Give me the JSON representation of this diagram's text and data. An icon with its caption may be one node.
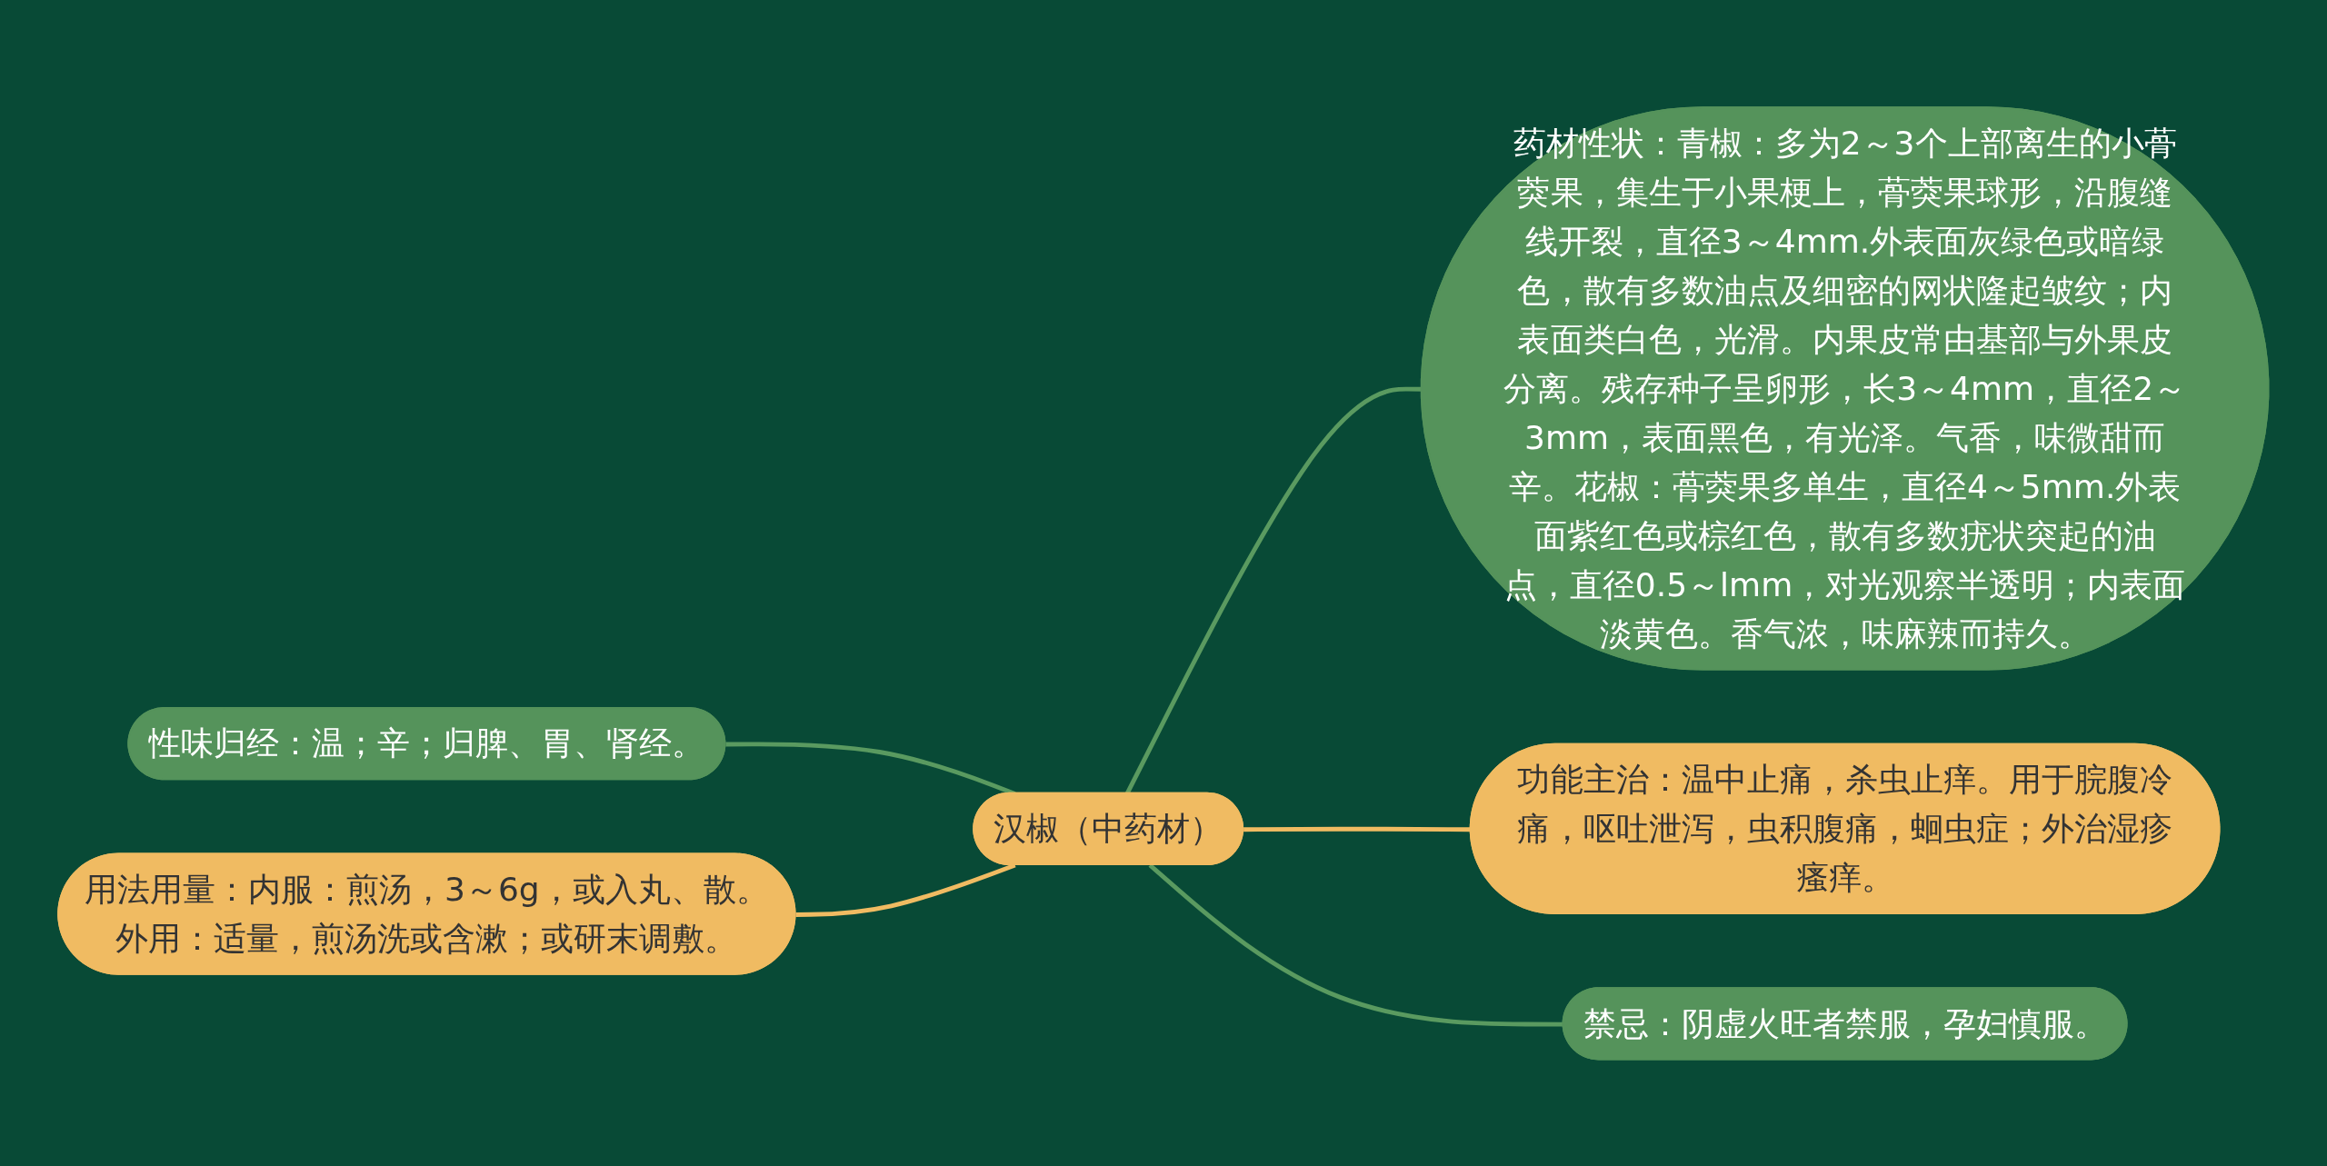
{
  "diagram": {
    "nodes": [
      {
        "text": [
          "汉椒（中药材）"
        ]
      },
      {
        "text": [
          "性味归经：温；辛；归脾、胃、肾经。"
        ]
      },
      {
        "text": [
          "用法用量：内服：煎汤，3～6g，或入丸、散。外用：适量，煎汤洗或含漱；或研末调敷。"
        ]
      },
      {
        "text": [
          "药材性状：青椒：多为2～3个上部离生的小蓇葖果，集生于小果梗上，蓇葖果球形，沿腹缝线开裂，直径3～4mm.外表面灰绿色或暗绿色，散有多数油点及细密的网状隆起皱纹；内表面类白色，光滑。内果皮常由基部与外果皮分离。残存种子呈卵形，长3～4mm，直径2～3mm，表面黑色，有光泽。气香，味微甜而辛。花椒：蓇葖果多单生，直径4～5mm.外表面紫红色或棕红色，散有多数疣状突起的油点，直径0.5～lmm，对光观察半透明；内表面淡黄色。香气浓，味麻辣而持久。"
        ]
      },
      {
        "text": [
          "功能主治：温中止痛，杀虫止痒。用于脘腹冷痛，呕吐泄泻，虫积腹痛，蛔虫症；外治湿疹瘙痒。"
        ]
      },
      {
        "text": [
          "禁忌：阴虚火旺者禁服，孕妇慎服。"
        ]
      }
    ],
    "edges": [
      {
        "from": 1,
        "to": 0,
        "arrow": "none"
      },
      {
        "from": 2,
        "to": 0,
        "arrow": "none",
        "color": "#f0bb62"
      },
      {
        "from": 0,
        "to": 3,
        "arrow": "none"
      },
      {
        "from": 0,
        "to": 4,
        "arrow": "none",
        "color": "#f0bb62"
      },
      {
        "from": 0,
        "to": 5,
        "arrow": "none"
      }
    ]
  }
}
